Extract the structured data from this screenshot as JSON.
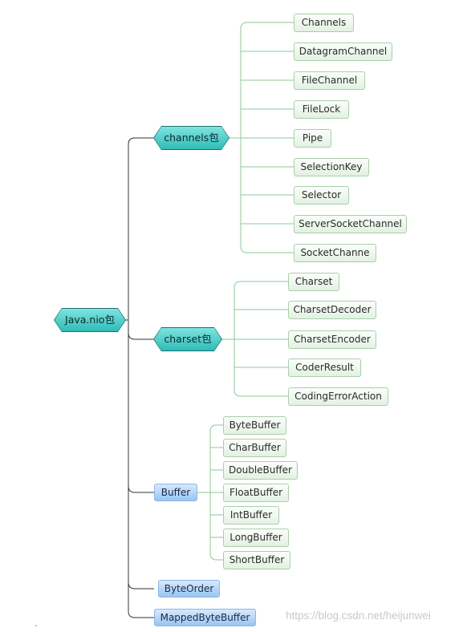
{
  "root": {
    "label": "Java.nio包"
  },
  "branches": {
    "channels": {
      "label": "channels包",
      "children": [
        "Channels",
        "DatagramChannel",
        "FileChannel",
        "FileLock",
        "Pipe",
        "SelectionKey",
        "Selector",
        "ServerSocketChannel",
        "SocketChanne"
      ]
    },
    "charset": {
      "label": "charset包",
      "children": [
        "Charset",
        "CharsetDecoder",
        "CharsetEncoder",
        "CoderResult",
        "CodingErrorAction"
      ]
    },
    "buffer": {
      "label": "Buffer",
      "children": [
        "ByteBuffer",
        "CharBuffer",
        "DoubleBuffer",
        "FloatBuffer",
        "IntBuffer",
        "LongBuffer",
        "ShortBuffer"
      ]
    },
    "byteorder": {
      "label": "ByteOrder"
    },
    "mapped": {
      "label": "MappedByteBuffer"
    }
  },
  "watermark": "https://blog.csdn.net/heijunwei",
  "colors": {
    "line": "#8fc79a",
    "trunk": "#3a3a3a",
    "hex_fill": "#3cc4bf",
    "blue_fill": "#a9d0f5",
    "leaf_border": "#a9cfa9"
  }
}
